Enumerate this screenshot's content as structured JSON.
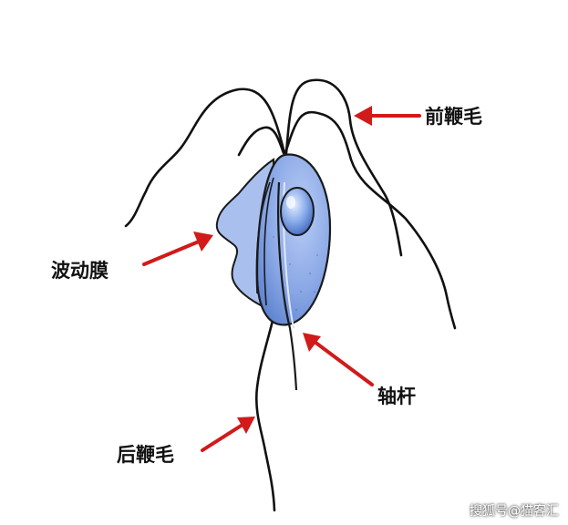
{
  "colors": {
    "arrow": "#d11a1a",
    "body_fill": "#7d9fe0",
    "body_stroke": "#1a1a1a",
    "nucleus": "#5b84d6",
    "flagella": "#111111"
  },
  "labels": {
    "front_flagella": "前鞭毛",
    "undulating_membrane": "波动膜",
    "axostyle": "轴杆",
    "rear_flagellum": "后鞭毛"
  },
  "watermark": "搜狐号@猫客汇"
}
